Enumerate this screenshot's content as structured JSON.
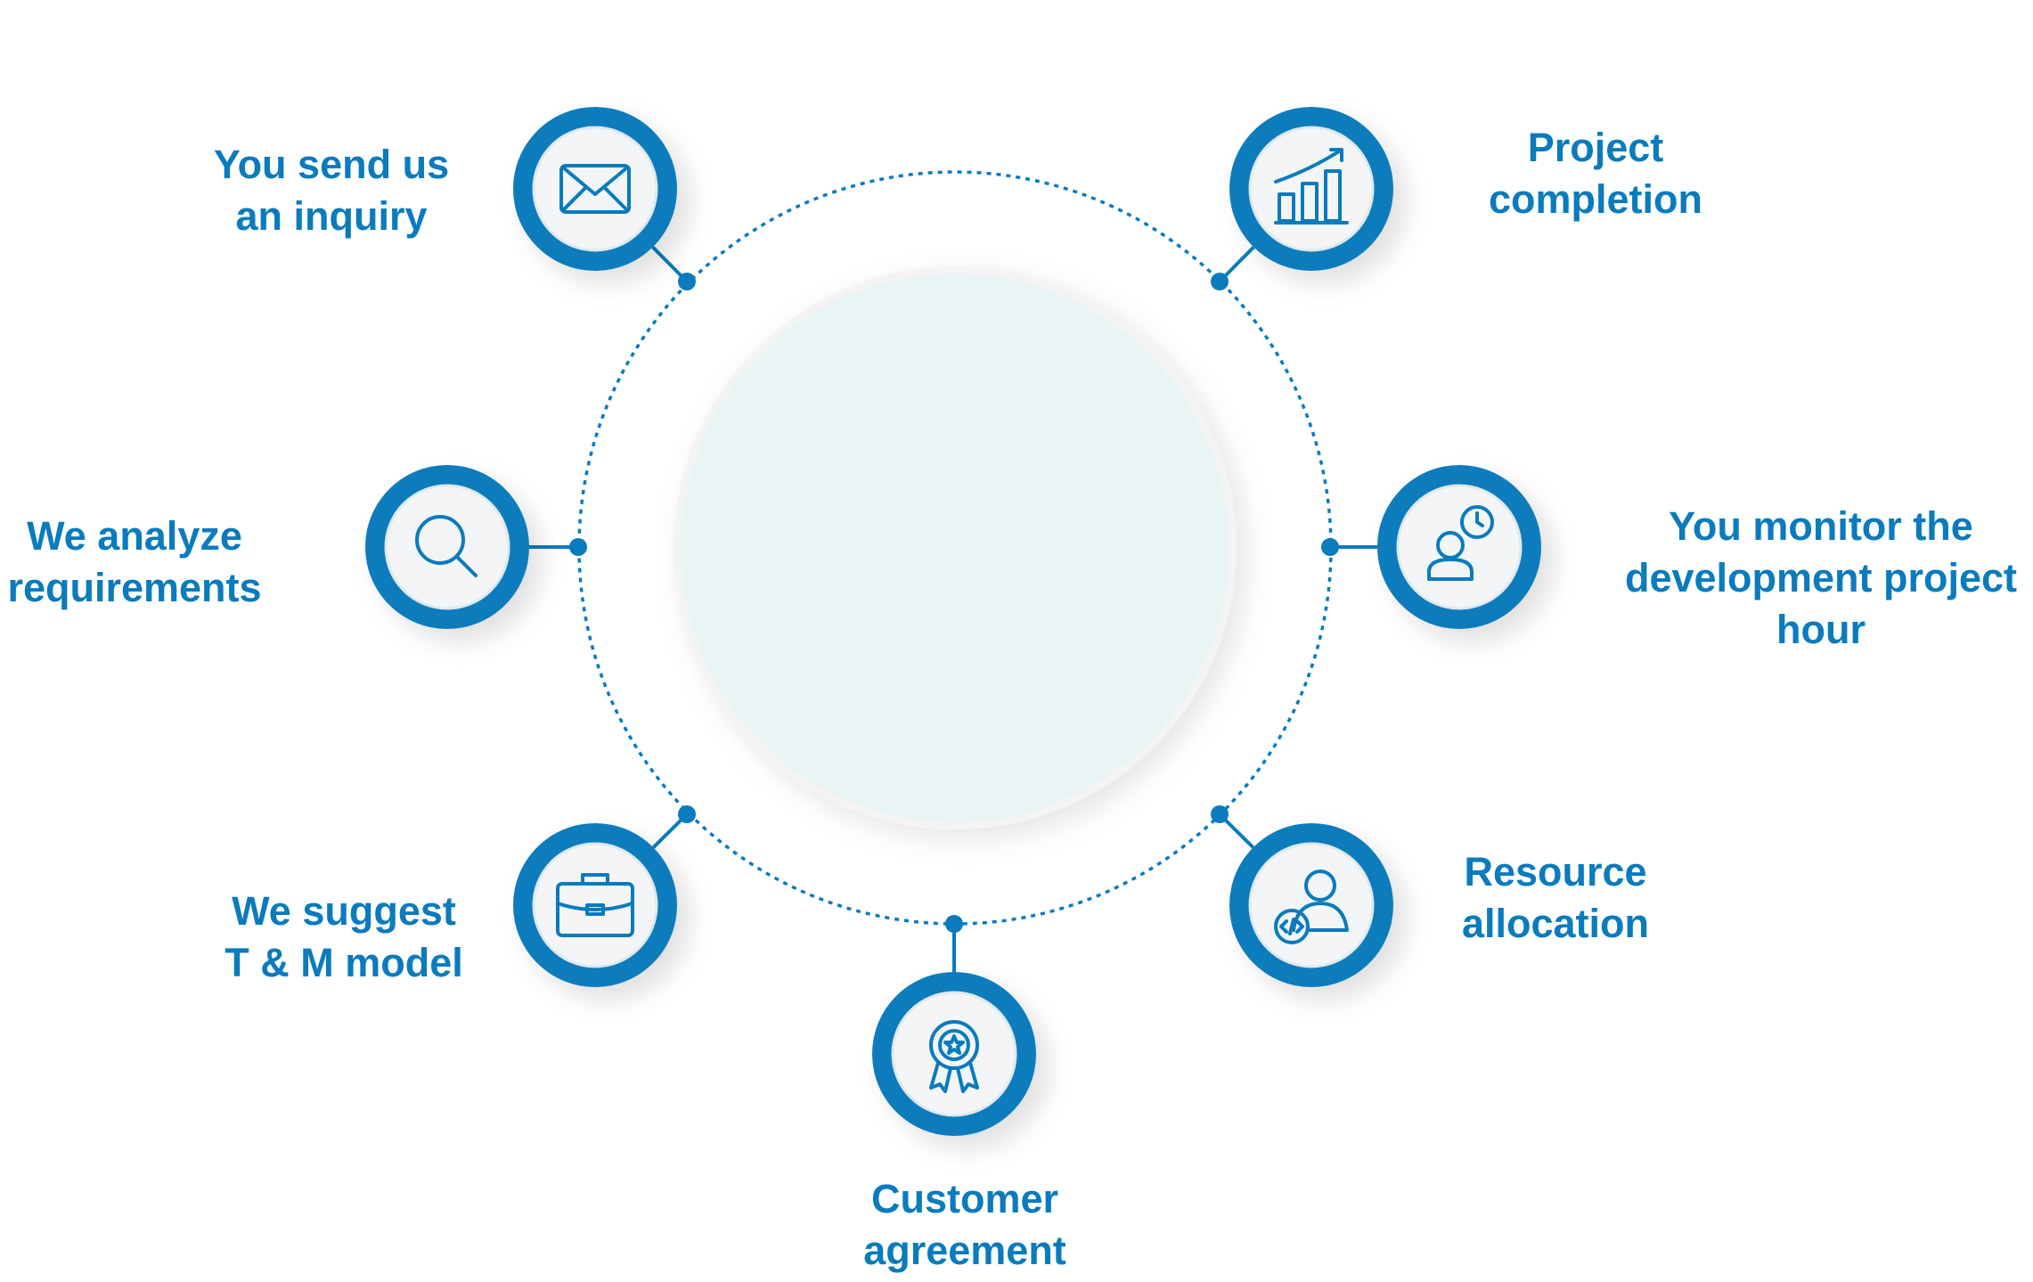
{
  "colors": {
    "primary": "#0a7bbd",
    "center_fill": "#e9f4f4",
    "icon_fill": "#f3f5f6"
  },
  "steps": [
    {
      "id": "inquiry",
      "icon": "envelope-icon",
      "lines": [
        "You send us",
        "an inquiry"
      ]
    },
    {
      "id": "analyze",
      "icon": "magnifier-icon",
      "lines": [
        "We analyze",
        "requirements"
      ]
    },
    {
      "id": "tm",
      "icon": "briefcase-icon",
      "lines": [
        "We suggest",
        "T & M model"
      ]
    },
    {
      "id": "agreement",
      "icon": "award-ribbon-icon",
      "lines": [
        "Customer",
        "agreement"
      ]
    },
    {
      "id": "resource",
      "icon": "developer-user-icon",
      "lines": [
        "Resource",
        "allocation"
      ]
    },
    {
      "id": "monitor",
      "icon": "user-clock-icon",
      "lines": [
        "You monitor the",
        "development project",
        "hour"
      ]
    },
    {
      "id": "completion",
      "icon": "growth-chart-icon",
      "lines": [
        "Project",
        "completion"
      ]
    }
  ]
}
